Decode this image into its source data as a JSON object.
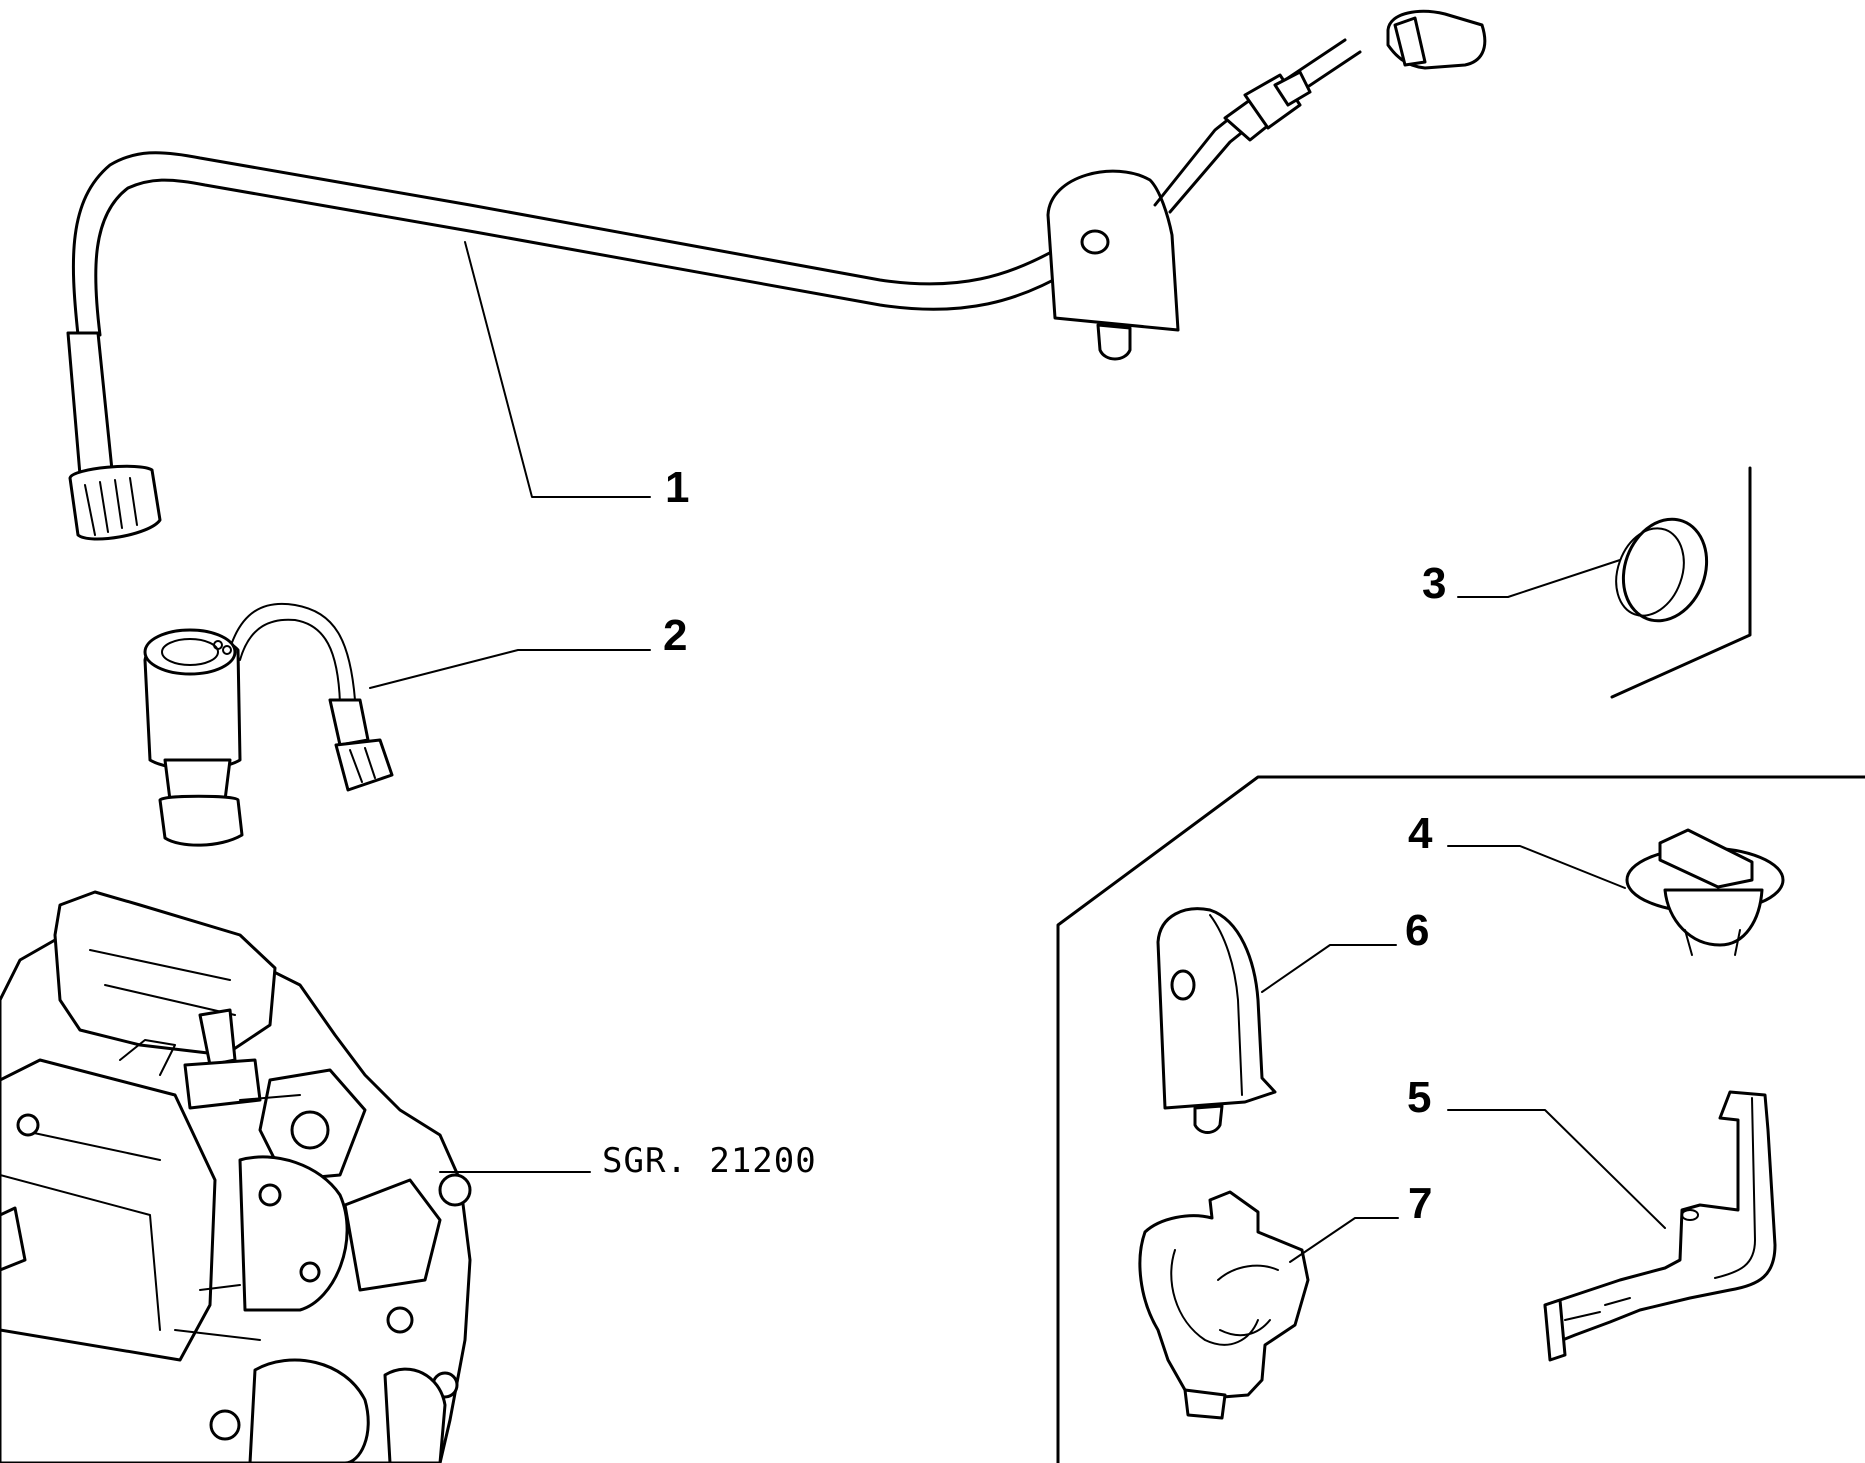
{
  "callouts": [
    {
      "id": "1",
      "label": "1"
    },
    {
      "id": "2",
      "label": "2"
    },
    {
      "id": "3",
      "label": "3"
    },
    {
      "id": "4",
      "label": "4"
    },
    {
      "id": "5",
      "label": "5"
    },
    {
      "id": "6",
      "label": "6"
    },
    {
      "id": "7",
      "label": "7"
    }
  ],
  "reference": {
    "label": "SGR. 21200"
  },
  "colors": {
    "line": "#000000",
    "background": "#ffffff"
  }
}
